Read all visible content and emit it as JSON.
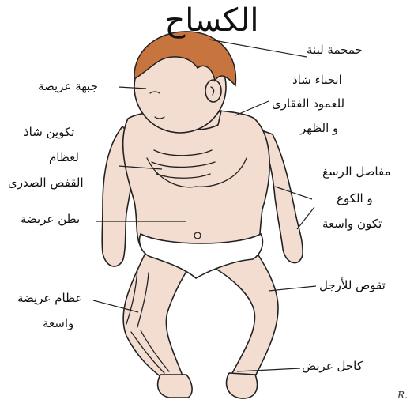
{
  "title": "الكساح",
  "labels": {
    "soft_skull": "جمجمة لينة",
    "wide_forehead": "جبهة عريضة",
    "spine_l1": "انحناء شاذ",
    "spine_l2": "للعمود الفقارى",
    "spine_l3": "و الظهر",
    "ribs_l1": "تكوين شاذ",
    "ribs_l2": "لعظام",
    "ribs_l3": "القفص الصدرى",
    "wrist_l1": "مفاصل الرسغ",
    "wrist_l2": "و الكوع",
    "wrist_l3": "تكون واسعة",
    "belly": "بطن عريضة",
    "legs": "تقوص للأرجل",
    "bones_l1": "عظام عريضة",
    "bones_l2": "واسعة",
    "ankle": "كاحل عريض"
  },
  "signature": "R.",
  "colors": {
    "skin": "#f3dcd0",
    "hair": "#c8743e",
    "outline": "#222222",
    "diaper": "#ffffff"
  }
}
